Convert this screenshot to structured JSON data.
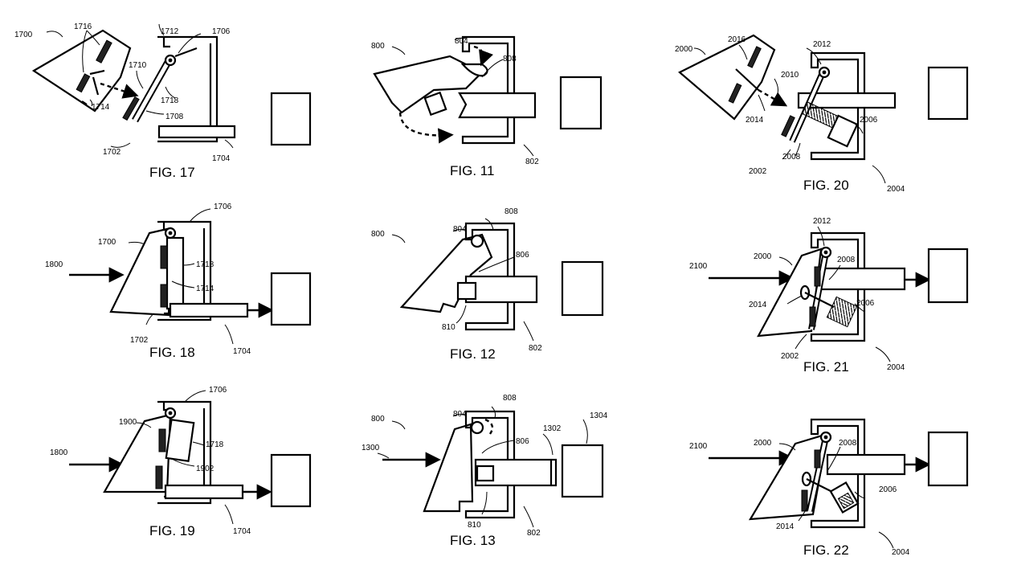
{
  "figures": [
    {
      "id": "fig17",
      "caption": "FIG. 17",
      "labels": [
        "1700",
        "1716",
        "1712",
        "1706",
        "1710",
        "1718",
        "1714",
        "1708",
        "1702",
        "1704"
      ]
    },
    {
      "id": "fig11",
      "caption": "FIG. 11",
      "labels": [
        "804",
        "800",
        "808",
        "802"
      ]
    },
    {
      "id": "fig20",
      "caption": "FIG. 20",
      "labels": [
        "2016",
        "2012",
        "2000",
        "2010",
        "2014",
        "2006",
        "2008",
        "2002",
        "2004"
      ]
    },
    {
      "id": "fig18",
      "caption": "FIG. 18",
      "labels": [
        "1706",
        "1700",
        "1718",
        "1800",
        "1714",
        "1702",
        "1704"
      ]
    },
    {
      "id": "fig12",
      "caption": "FIG. 12",
      "labels": [
        "808",
        "804",
        "800",
        "806",
        "810",
        "802"
      ]
    },
    {
      "id": "fig21",
      "caption": "FIG. 21",
      "labels": [
        "2012",
        "2000",
        "2100",
        "2008",
        "2014",
        "2006",
        "2002",
        "2004"
      ]
    },
    {
      "id": "fig19",
      "caption": "FIG. 19",
      "labels": [
        "1706",
        "1900",
        "1718",
        "1800",
        "1902",
        "1704"
      ]
    },
    {
      "id": "fig13",
      "caption": "FIG. 13",
      "labels": [
        "1304",
        "808",
        "800",
        "804",
        "806",
        "1302",
        "1300",
        "810",
        "802"
      ]
    },
    {
      "id": "fig22",
      "caption": "FIG. 22",
      "labels": [
        "2000",
        "2100",
        "2008",
        "2006",
        "2014",
        "2004"
      ]
    }
  ]
}
